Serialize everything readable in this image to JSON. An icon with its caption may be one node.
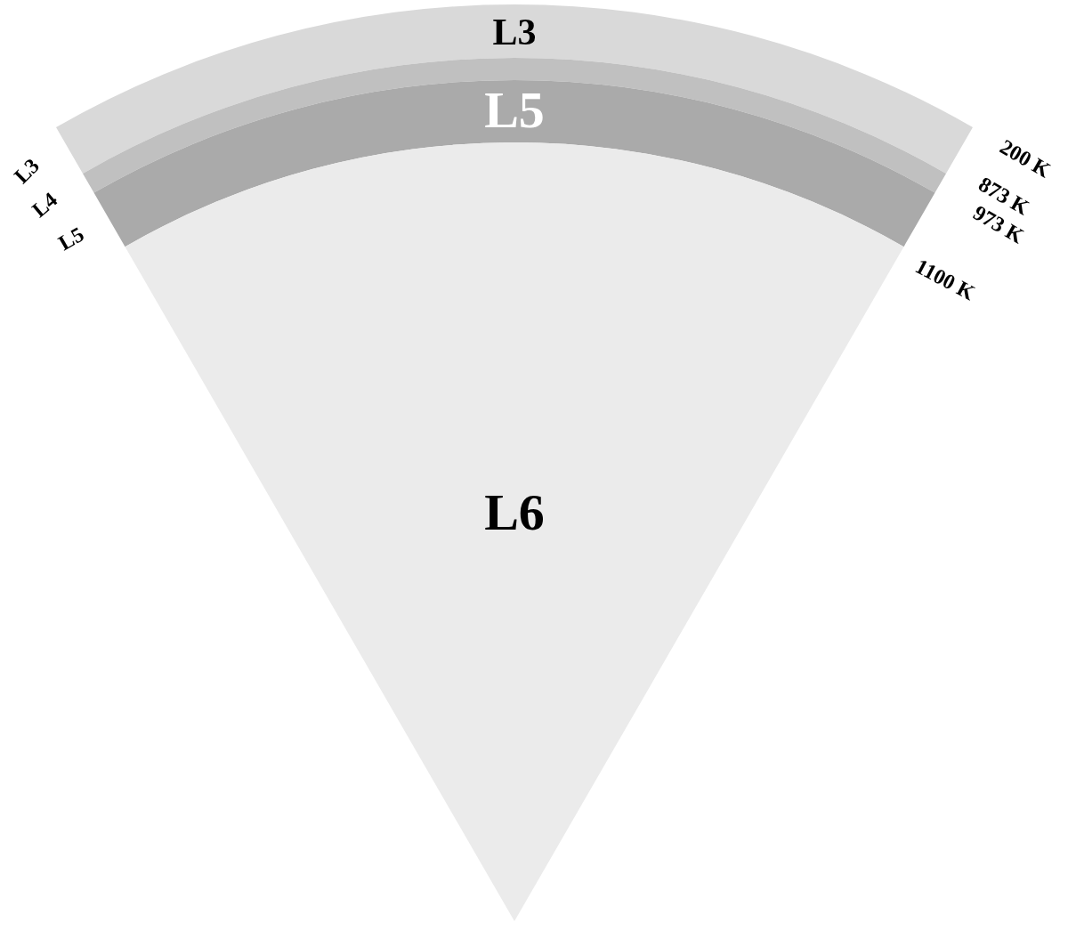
{
  "diagram": {
    "nodes": [
      {
        "text": [
          "L3"
        ]
      },
      {
        "text": [],
        "shape": "band"
      },
      {
        "text": [
          "L5"
        ]
      },
      {
        "text": [
          "L6"
        ]
      }
    ],
    "labels": [
      "L3",
      "L4",
      "L5",
      "200 K",
      "873 K",
      "973 K",
      "1100 K"
    ]
  }
}
